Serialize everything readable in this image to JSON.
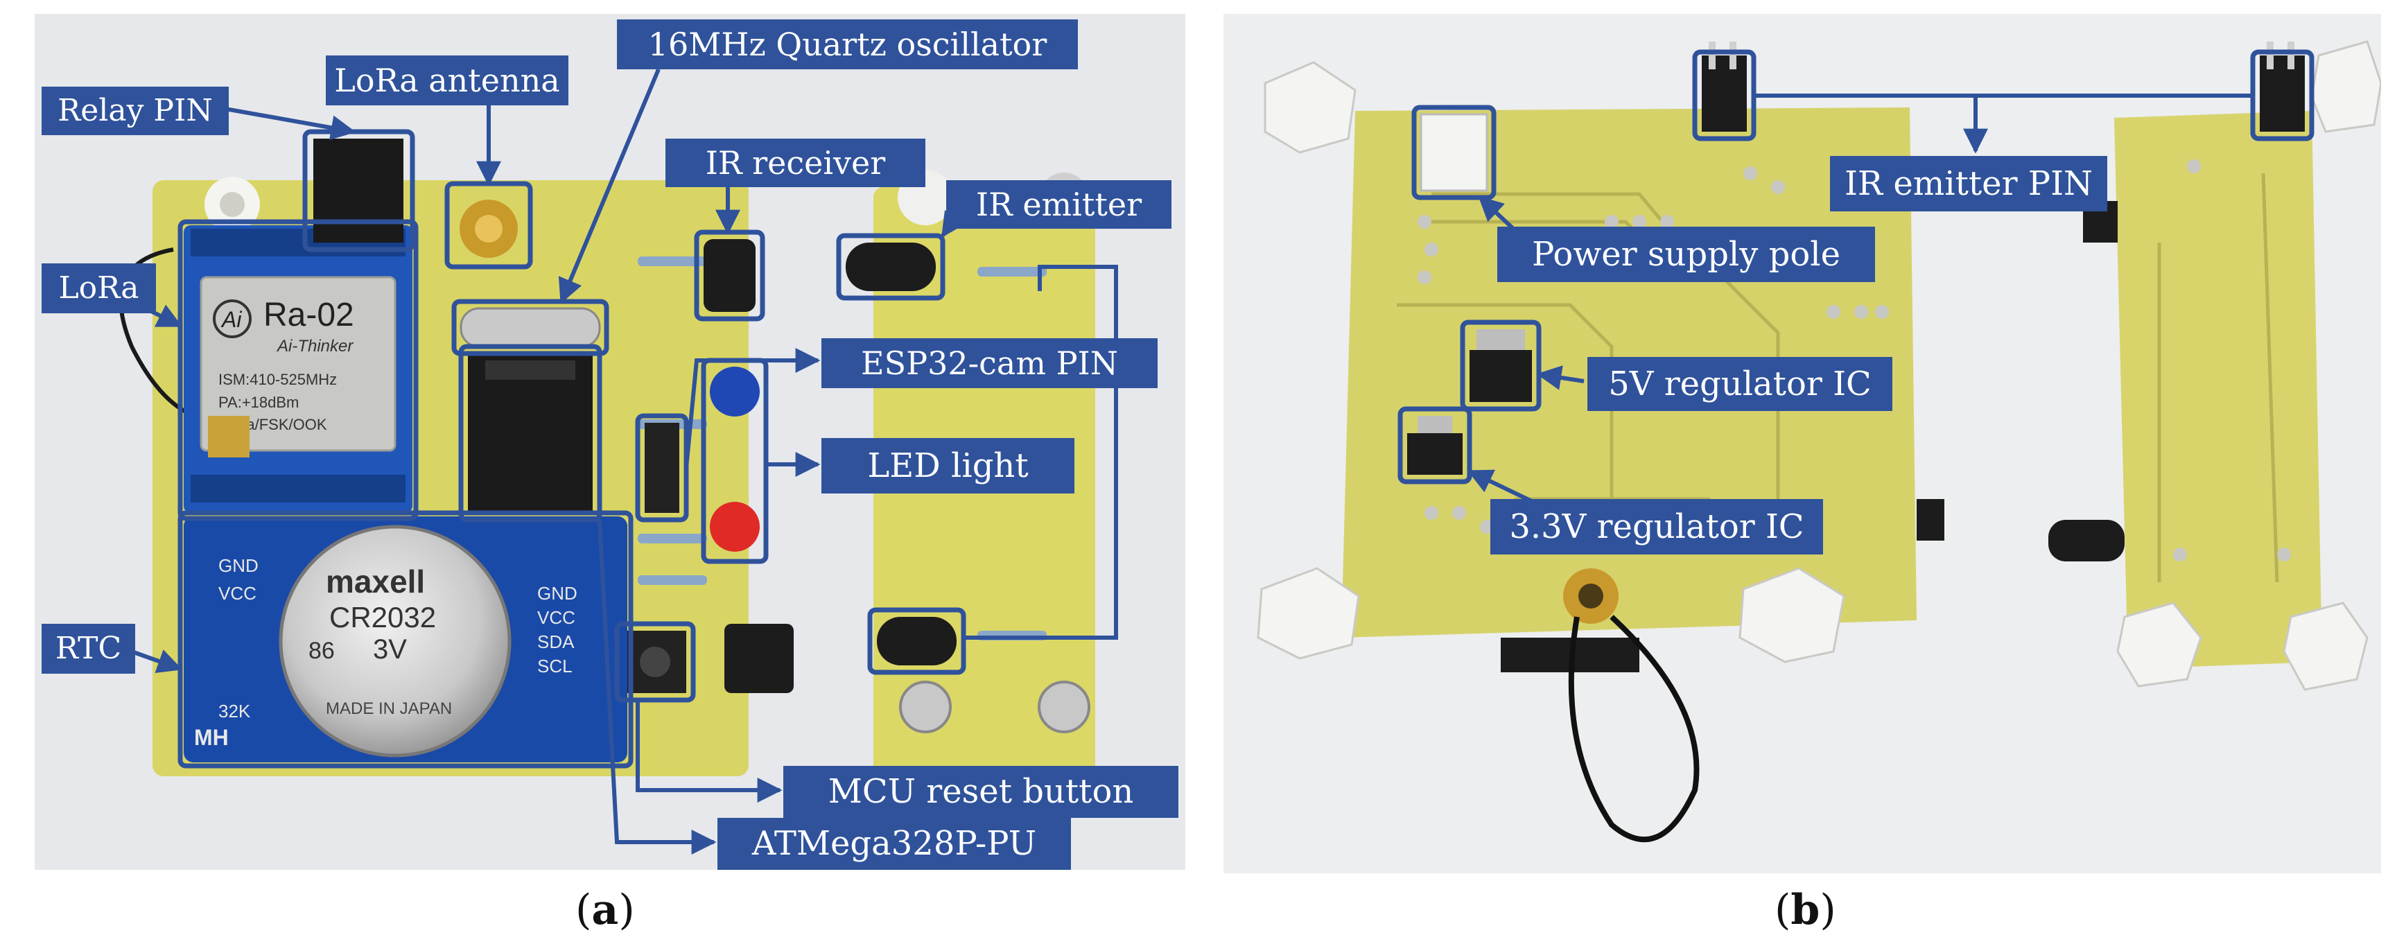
{
  "panel_a": {
    "labels": {
      "relay_pin": "Relay PIN",
      "lora_antenna": "LoRa antenna",
      "quartz": "16MHz Quartz oscillator",
      "ir_receiver": "IR receiver",
      "ir_emitter": "IR emitter",
      "lora": "LoRa",
      "esp32": "ESP32-cam PIN",
      "led": "LED light",
      "rtc": "RTC",
      "mcu_reset": "MCU reset button",
      "atmega": "ATMega328P-PU"
    },
    "module_text": {
      "ra02": "Ra-02",
      "ai_thinker": "Ai-Thinker",
      "ism": "ISM:410-525MHz",
      "pa": "PA:+18dBm",
      "lorafsk": "LoRa/FSK/OOK",
      "ai_logo": "Ai",
      "maxell": "maxell",
      "cr2032": "CR2032",
      "volt": "3V",
      "made": "MADE IN JAPAN",
      "batch": "86",
      "mh": "MH",
      "gnd1": "GND",
      "vcc1": "VCC",
      "gnd2": "GND",
      "vcc2": "VCC",
      "sda": "SDA",
      "scl": "SCL",
      "k32": "32K"
    },
    "caption_letter": "a"
  },
  "panel_b": {
    "labels": {
      "ir_emitter_pin": "IR emitter PIN",
      "power_supply": "Power supply pole",
      "reg5": "5V regulator IC",
      "reg33": "3.3V regulator IC"
    },
    "caption_letter": "b"
  },
  "colors": {
    "label_bg": "#2f529b",
    "pcb": "#d9d565",
    "lora_module": "#1f56b8",
    "rtc_module": "#1a4aa8",
    "background": "#e9ebee"
  }
}
